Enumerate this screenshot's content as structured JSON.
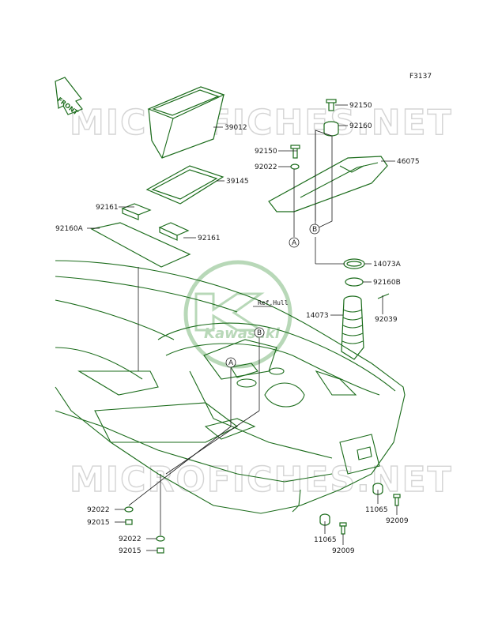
{
  "figure_code": "F3137",
  "front_label": "FRONT",
  "watermark": "MICROFICHES.NET",
  "logo_text": "Kawasaki",
  "ref_hull": "Ref.Hull",
  "callouts": {
    "a": "A",
    "b": "B"
  },
  "part_numbers": {
    "p92150_top": "92150",
    "p39012": "39012",
    "p92160": "92160",
    "p92150_mid": "92150",
    "p46075": "46075",
    "p92022_top": "92022",
    "p39145": "39145",
    "p92161_left": "92161",
    "p92160A": "92160A",
    "p92161_right": "92161",
    "p14073A": "14073A",
    "p92160B": "92160B",
    "p14073": "14073",
    "p92039": "92039",
    "p92022_a": "92022",
    "p92015_a": "92015",
    "p92022_b": "92022",
    "p92015_b": "92015",
    "p11065_right": "11065",
    "p92009_right": "92009",
    "p11065_bottom": "11065",
    "p92009_bottom": "92009"
  },
  "colors": {
    "line_art": "#1a6b1a",
    "leader": "#1a1a1a",
    "watermark": "#d4d4d4"
  }
}
